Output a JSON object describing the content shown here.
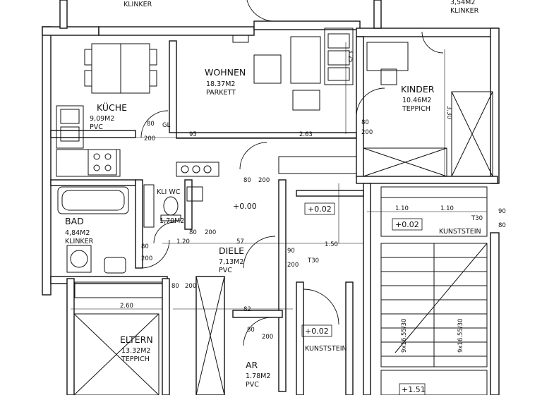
{
  "rooms": {
    "top_left": {
      "label": "KLINKER"
    },
    "top_right": {
      "area": "3,54M2",
      "material": "KLINKER"
    },
    "wohnen": {
      "name": "WOHNEN",
      "area": "18.37M2",
      "material": "PARKETT"
    },
    "kueche": {
      "name": "KÜCHE",
      "area": "9,09M2",
      "material": "PVC"
    },
    "kinder": {
      "name": "KINDER",
      "area": "10.46M2",
      "material": "TEPPICH"
    },
    "bad": {
      "name": "BAD",
      "area": "4,84M2",
      "material": "KLINKER"
    },
    "wc": {
      "name": "KLI WC",
      "area": "1,70M2"
    },
    "diele": {
      "name": "DIELE",
      "area": "7,13M2",
      "material": "PVC"
    },
    "eltern": {
      "name": "ELTERN",
      "area": "13.32M2",
      "material": "TEPPICH"
    },
    "ar": {
      "name": "AR",
      "area": "1.78M2",
      "material": "PVC"
    },
    "kunststein_upper": {
      "label": "KUNSTSTEIN"
    },
    "kunststein_lower": {
      "label": "KUNSTSTEIN"
    }
  },
  "levels": {
    "diele_level": "+0.00",
    "level_a": "+0.02",
    "level_b": "+0.02",
    "level_c": "+0.02",
    "level_d": "+1.51"
  },
  "door_labels": {
    "gl": "GL",
    "t30_a": "T30",
    "t30_b": "T30"
  },
  "dimensions": {
    "d_80_a": "80",
    "d_200_a": "200",
    "d_95": "95",
    "d_263": "2.63",
    "d_80_b": "80",
    "d_200_b": "200",
    "d_80_c": "80",
    "d_200_c": "200",
    "d_80_d": "80",
    "d_200_d": "200",
    "d_80_e": "80",
    "d_200_e": "200",
    "d_90": "90",
    "d_200_f": "200",
    "d_110_a": "1.10",
    "d_110_b": "1.10",
    "d_150": "1.50",
    "d_260": "2.60",
    "d_82": "82",
    "d_57": "57",
    "d_120": "1.20",
    "d_80_g": "80",
    "d_200_g": "200",
    "d_80_h": "80",
    "d_200_h": "200",
    "d_90_b": "90",
    "d_80_i": "80",
    "d_325": "3.25",
    "d_330": "3.30",
    "stair_a": "9x16.55/30",
    "stair_b": "9x16.55/30"
  }
}
